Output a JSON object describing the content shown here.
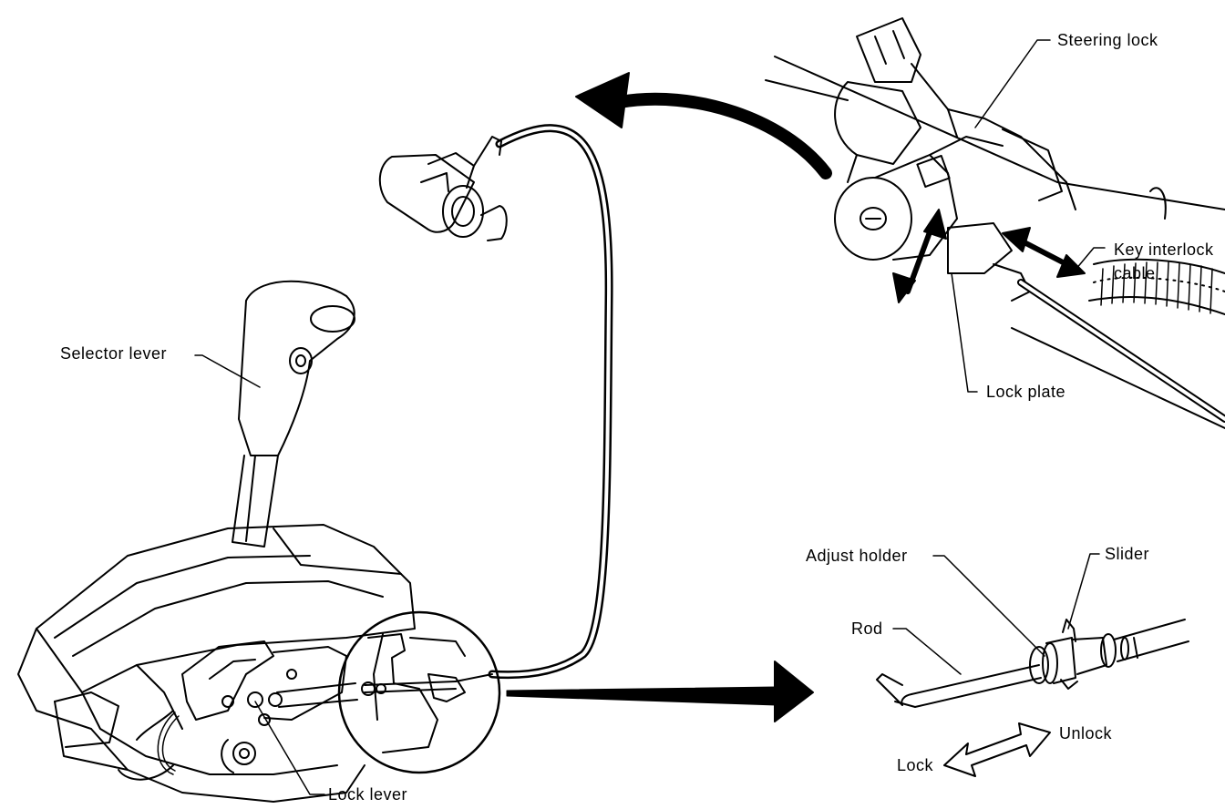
{
  "labels": {
    "steering_lock": "Steering lock",
    "key_interlock_line1": "Key interlock",
    "key_interlock_line2": "cable",
    "lock_plate": "Lock plate",
    "selector_lever": "Selector lever",
    "adjust_holder": "Adjust holder",
    "slider": "Slider",
    "rod": "Rod",
    "unlock": "Unlock",
    "lock": "Lock",
    "lock_lever": "Lock lever"
  }
}
